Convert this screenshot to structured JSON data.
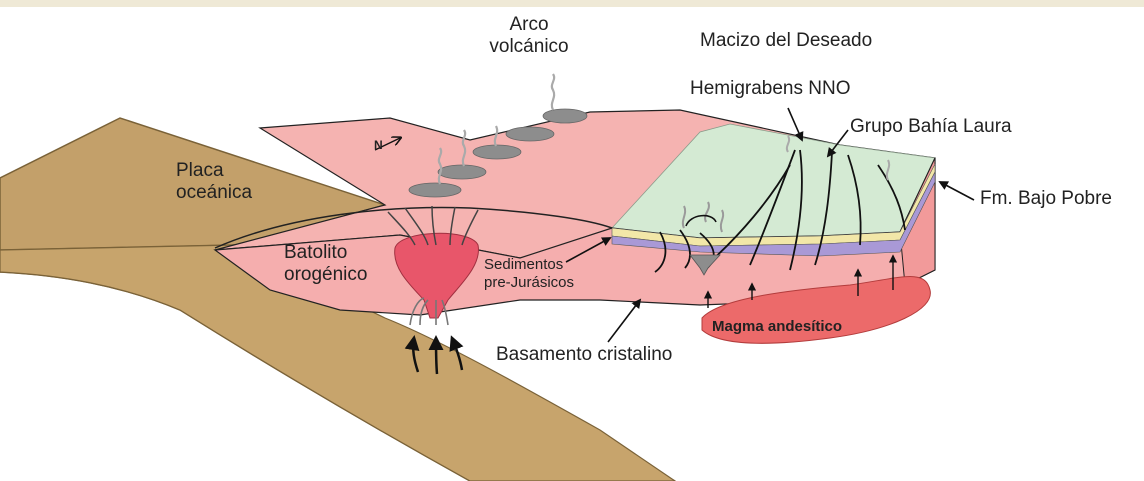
{
  "labels": {
    "arco_line1": "Arco",
    "arco_line2": "volcánico",
    "macizo": "Macizo del Deseado",
    "hemigrabens": "Hemigrabens NNO",
    "grupo": "Grupo Bahía Laura",
    "fm_bajo_pobre": "Fm. Bajo Pobre",
    "placa_line1": "Placa",
    "placa_line2": "oceánica",
    "north": "N",
    "batolito_line1": "Batolito",
    "batolito_line2": "orogénico",
    "sedimentos_line1": "Sedimentos",
    "sedimentos_line2": "pre-Jurásicos",
    "magma": "Magma andesítico",
    "basamento": "Basamento cristalino"
  },
  "colors": {
    "oceanic_plate": "#c3a06a",
    "oceanic_plate_edge": "#8f7448",
    "continental_crust": "#f3aaa8",
    "green_cover": "#d4ead3",
    "batholith": "#e8566a",
    "magma": "#ec6a6a",
    "volcano": "#8d8d8d",
    "purple_layer": "#a999d6",
    "yellow_layer": "#f2e7a8"
  }
}
